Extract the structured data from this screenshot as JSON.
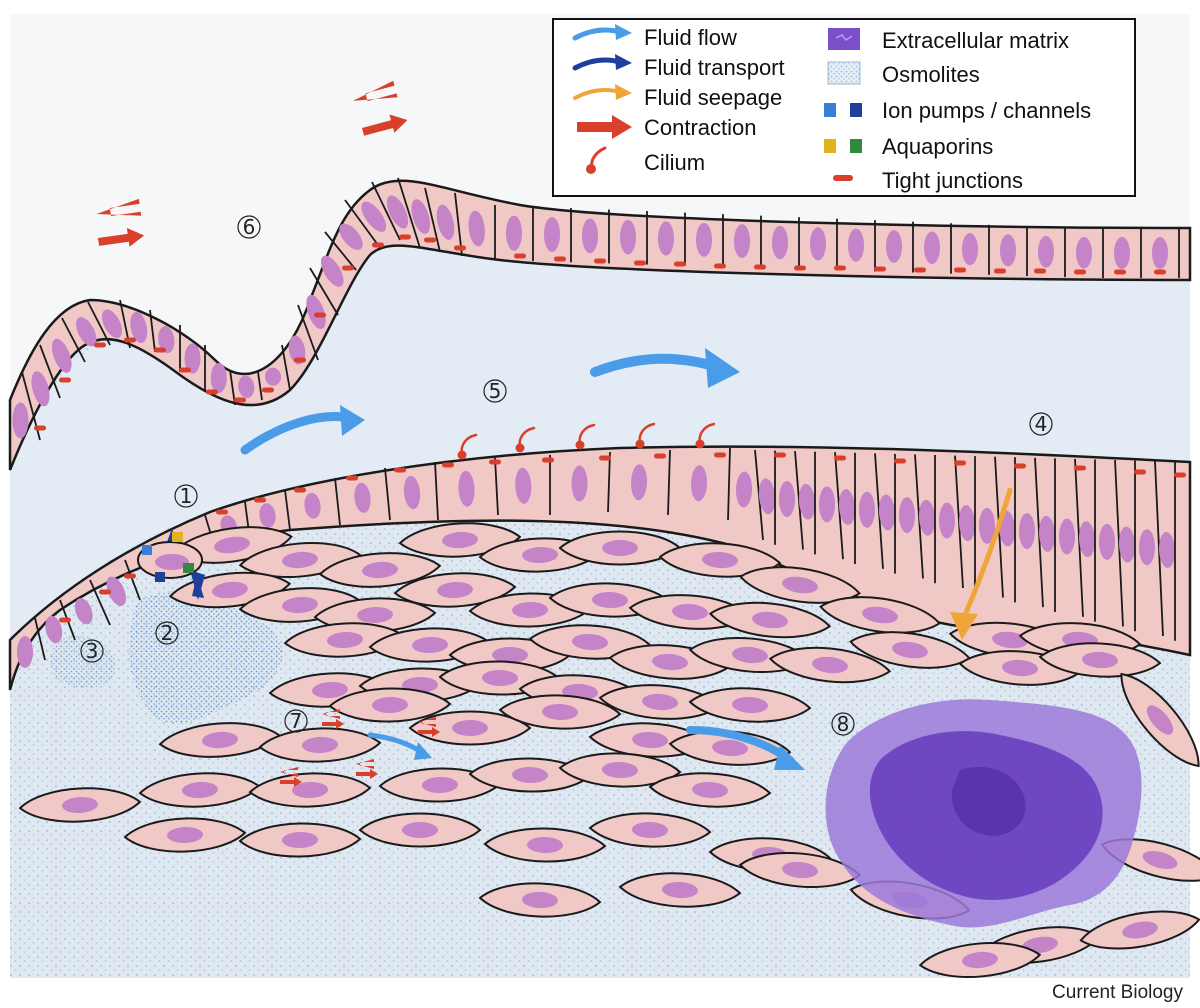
{
  "legend": {
    "items": [
      {
        "icon": "fluid-flow-arrow-icon",
        "label": "Fluid flow",
        "color": "#4a9be8"
      },
      {
        "icon": "fluid-transport-arrow-icon",
        "label": "Fluid transport",
        "color": "#1f3f9a"
      },
      {
        "icon": "fluid-seepage-arrow-icon",
        "label": "Fluid seepage",
        "color": "#f0a53a"
      },
      {
        "icon": "contraction-arrow-icon",
        "label": "Contraction",
        "color": "#d9402b"
      },
      {
        "icon": "cilium-icon",
        "label": "Cilium",
        "color": "#d9402b"
      },
      {
        "icon": "extracellular-matrix-icon",
        "label": "Extracellular matrix",
        "color": "#7a4fc9"
      },
      {
        "icon": "osmolites-icon",
        "label": "Osmolites",
        "color": "#8fb6d8"
      },
      {
        "icon": "ion-pumps-icon",
        "label": "Ion pumps / channels",
        "color": "#3a7fd6"
      },
      {
        "icon": "aquaporins-icon",
        "label": "Aquaporins",
        "color": "#e2b21e"
      },
      {
        "icon": "tight-junction-icon",
        "label": "Tight junctions",
        "color": "#d9402b"
      }
    ]
  },
  "markers": [
    {
      "id": "1",
      "label": "①"
    },
    {
      "id": "2",
      "label": "②"
    },
    {
      "id": "3",
      "label": "③"
    },
    {
      "id": "4",
      "label": "④"
    },
    {
      "id": "5",
      "label": "⑤"
    },
    {
      "id": "6",
      "label": "⑥"
    },
    {
      "id": "7",
      "label": "⑦"
    },
    {
      "id": "8",
      "label": "⑧"
    }
  ],
  "credit": "Current Biology",
  "colors": {
    "tissue": "#dfe8f1",
    "cell_fill": "#f0c9c6",
    "nucleus": "#c583c8",
    "outline": "#1a1a1a",
    "matrix_dark": "#6a3fc0",
    "matrix_light": "#9b79d9"
  }
}
